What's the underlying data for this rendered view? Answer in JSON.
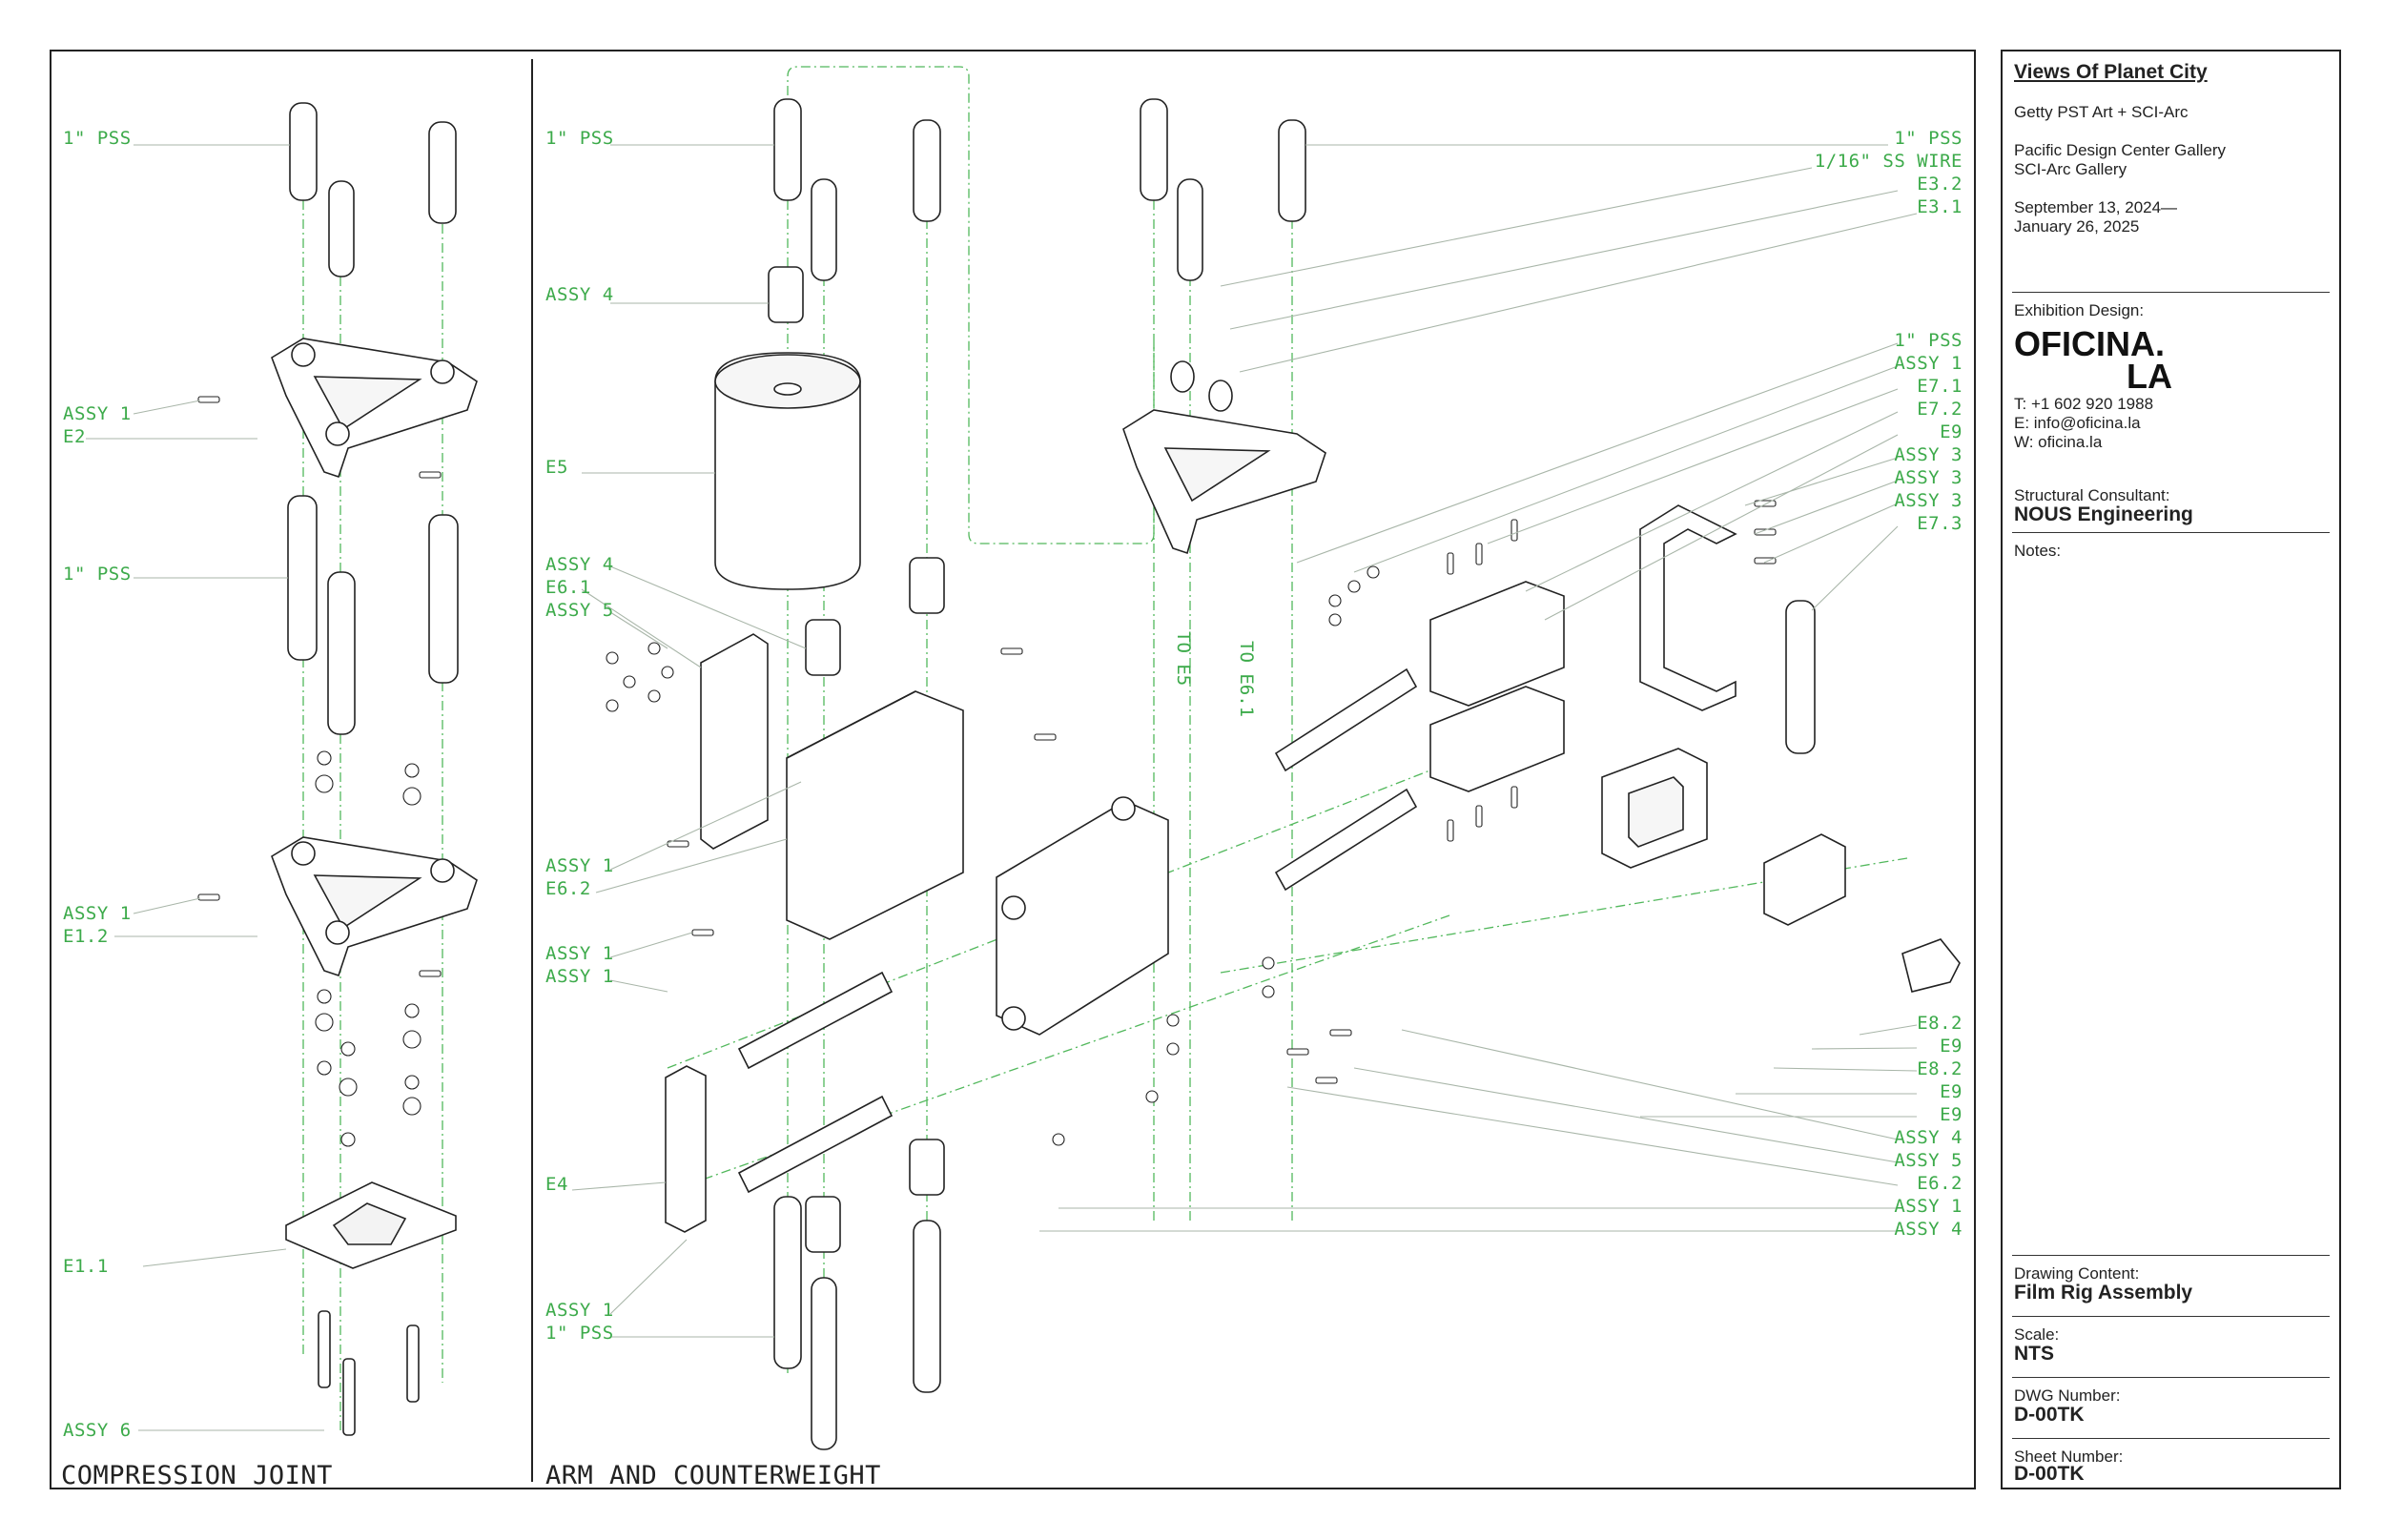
{
  "panels": {
    "left_title": "COMPRESSION JOINT",
    "right_title": "ARM AND COUNTERWEIGHT"
  },
  "left_callouts": [
    "1\" PSS",
    "ASSY 1",
    "E2",
    "1\" PSS",
    "ASSY 1",
    "E1.2",
    "E1.1",
    "ASSY 6"
  ],
  "mid_callouts": [
    "1\" PSS",
    "ASSY 4",
    "E5",
    "ASSY 4",
    "E6.1",
    "ASSY 5",
    "ASSY 1",
    "E6.2",
    "ASSY 1",
    "ASSY 1",
    "E4",
    "ASSY 1",
    "1\" PSS"
  ],
  "right_callouts": [
    "1\" PSS",
    "1/16\" SS WIRE",
    "E3.2",
    "E3.1",
    "1\" PSS",
    "ASSY 1",
    "E7.1",
    "E7.2",
    "E9",
    "ASSY 3",
    "ASSY 3",
    "ASSY 3",
    "E7.3",
    "E8.2",
    "E9",
    "E8.2",
    "E9",
    "E9",
    "ASSY 4",
    "ASSY 5",
    "E6.2",
    "ASSY 1",
    "ASSY 4"
  ],
  "vertical_notes": [
    "TO E5",
    "TO E6.1"
  ],
  "title_block": {
    "project_title": "Views Of Planet City",
    "program": "Getty PST Art + SCI-Arc",
    "venue_line1": "Pacific Design Center Gallery",
    "venue_line2": "SCI-Arc Gallery",
    "dates_line1": "September 13, 2024—",
    "dates_line2": "January 26, 2025",
    "exhibition_design_label": "Exhibition Design:",
    "logo_line1": "OFICINA.",
    "logo_line2": "LA",
    "phone": "T: +1 602 920 1988",
    "email": "E: info@oficina.la",
    "web": "W: oficina.la",
    "structural_label": "Structural Consultant:",
    "structural_value": "NOUS Engineering",
    "notes_label": "Notes:",
    "drawing_content_label": "Drawing Content:",
    "drawing_content_value": "Film Rig Assembly",
    "scale_label": "Scale:",
    "scale_value": "NTS",
    "dwg_label": "DWG Number:",
    "dwg_value": "D-00TK",
    "sheet_label": "Sheet Number:",
    "sheet_value": "D-00TK"
  },
  "colors": {
    "callout_green": "#3caa4a",
    "linework": "#222222",
    "leader_grey": "#a9b6a9",
    "centerline_green": "#52b85c"
  }
}
